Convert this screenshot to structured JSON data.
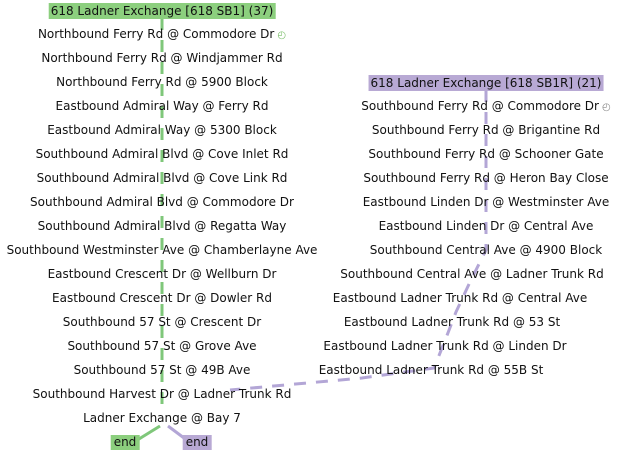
{
  "routes": [
    {
      "id": "green",
      "header": "618 Ladner Exchange [618 SB1] (37)",
      "color": "#8ccf7e",
      "line_color": "#7fc77a",
      "end_label": "end",
      "stops": [
        {
          "name": "Northbound Ferry Rd @ Commodore Dr",
          "icon": "clock-icon"
        },
        {
          "name": "Northbound Ferry Rd @ Windjammer Rd"
        },
        {
          "name": "Northbound Ferry Rd @ 5900 Block"
        },
        {
          "name": "Eastbound Admiral Way @ Ferry Rd"
        },
        {
          "name": "Eastbound Admiral Way @ 5300 Block"
        },
        {
          "name": "Southbound Admiral Blvd @ Cove Inlet Rd"
        },
        {
          "name": "Southbound Admiral Blvd @ Cove Link Rd"
        },
        {
          "name": "Southbound Admiral Blvd @ Commodore Dr"
        },
        {
          "name": "Southbound Admiral Blvd @ Regatta Way"
        },
        {
          "name": "Southbound Westminster Ave @ Chamberlayne Ave"
        },
        {
          "name": "Eastbound Crescent Dr @ Wellburn Dr"
        },
        {
          "name": "Eastbound Crescent Dr @ Dowler Rd"
        },
        {
          "name": "Southbound 57 St @ Crescent Dr"
        },
        {
          "name": "Southbound 57 St @ Grove Ave"
        },
        {
          "name": "Southbound 57 St @ 49B Ave"
        }
      ]
    },
    {
      "id": "purple",
      "header": "618 Ladner Exchange [618 SB1R] (21)",
      "color": "#b8a9d4",
      "line_color": "#b3a6d6",
      "end_label": "end",
      "stops": [
        {
          "name": "Southbound Ferry Rd @ Commodore Dr",
          "icon": "clock-icon"
        },
        {
          "name": "Southbound Ferry Rd @ Brigantine Rd"
        },
        {
          "name": "Southbound Ferry Rd @ Schooner Gate"
        },
        {
          "name": "Southbound Ferry Rd @ Heron Bay Close"
        },
        {
          "name": "Eastbound Linden Dr @ Westminster Ave"
        },
        {
          "name": "Eastbound Linden Dr @ Central Ave"
        },
        {
          "name": "Southbound Central Ave @ 4900 Block"
        },
        {
          "name": "Southbound Central Ave @ Ladner Trunk Rd"
        },
        {
          "name": "Eastbound Ladner Trunk Rd @ Central Ave"
        },
        {
          "name": "Eastbound Ladner Trunk Rd @ 53 St"
        },
        {
          "name": "Eastbound Ladner Trunk Rd @ Linden Dr"
        },
        {
          "name": "Eastbound Ladner Trunk Rd @ 55B St"
        }
      ]
    }
  ],
  "shared_stops": [
    {
      "name": "Southbound Harvest Dr @ Ladner Trunk Rd"
    },
    {
      "name": "Ladner Exchange @ Bay 7"
    }
  ]
}
